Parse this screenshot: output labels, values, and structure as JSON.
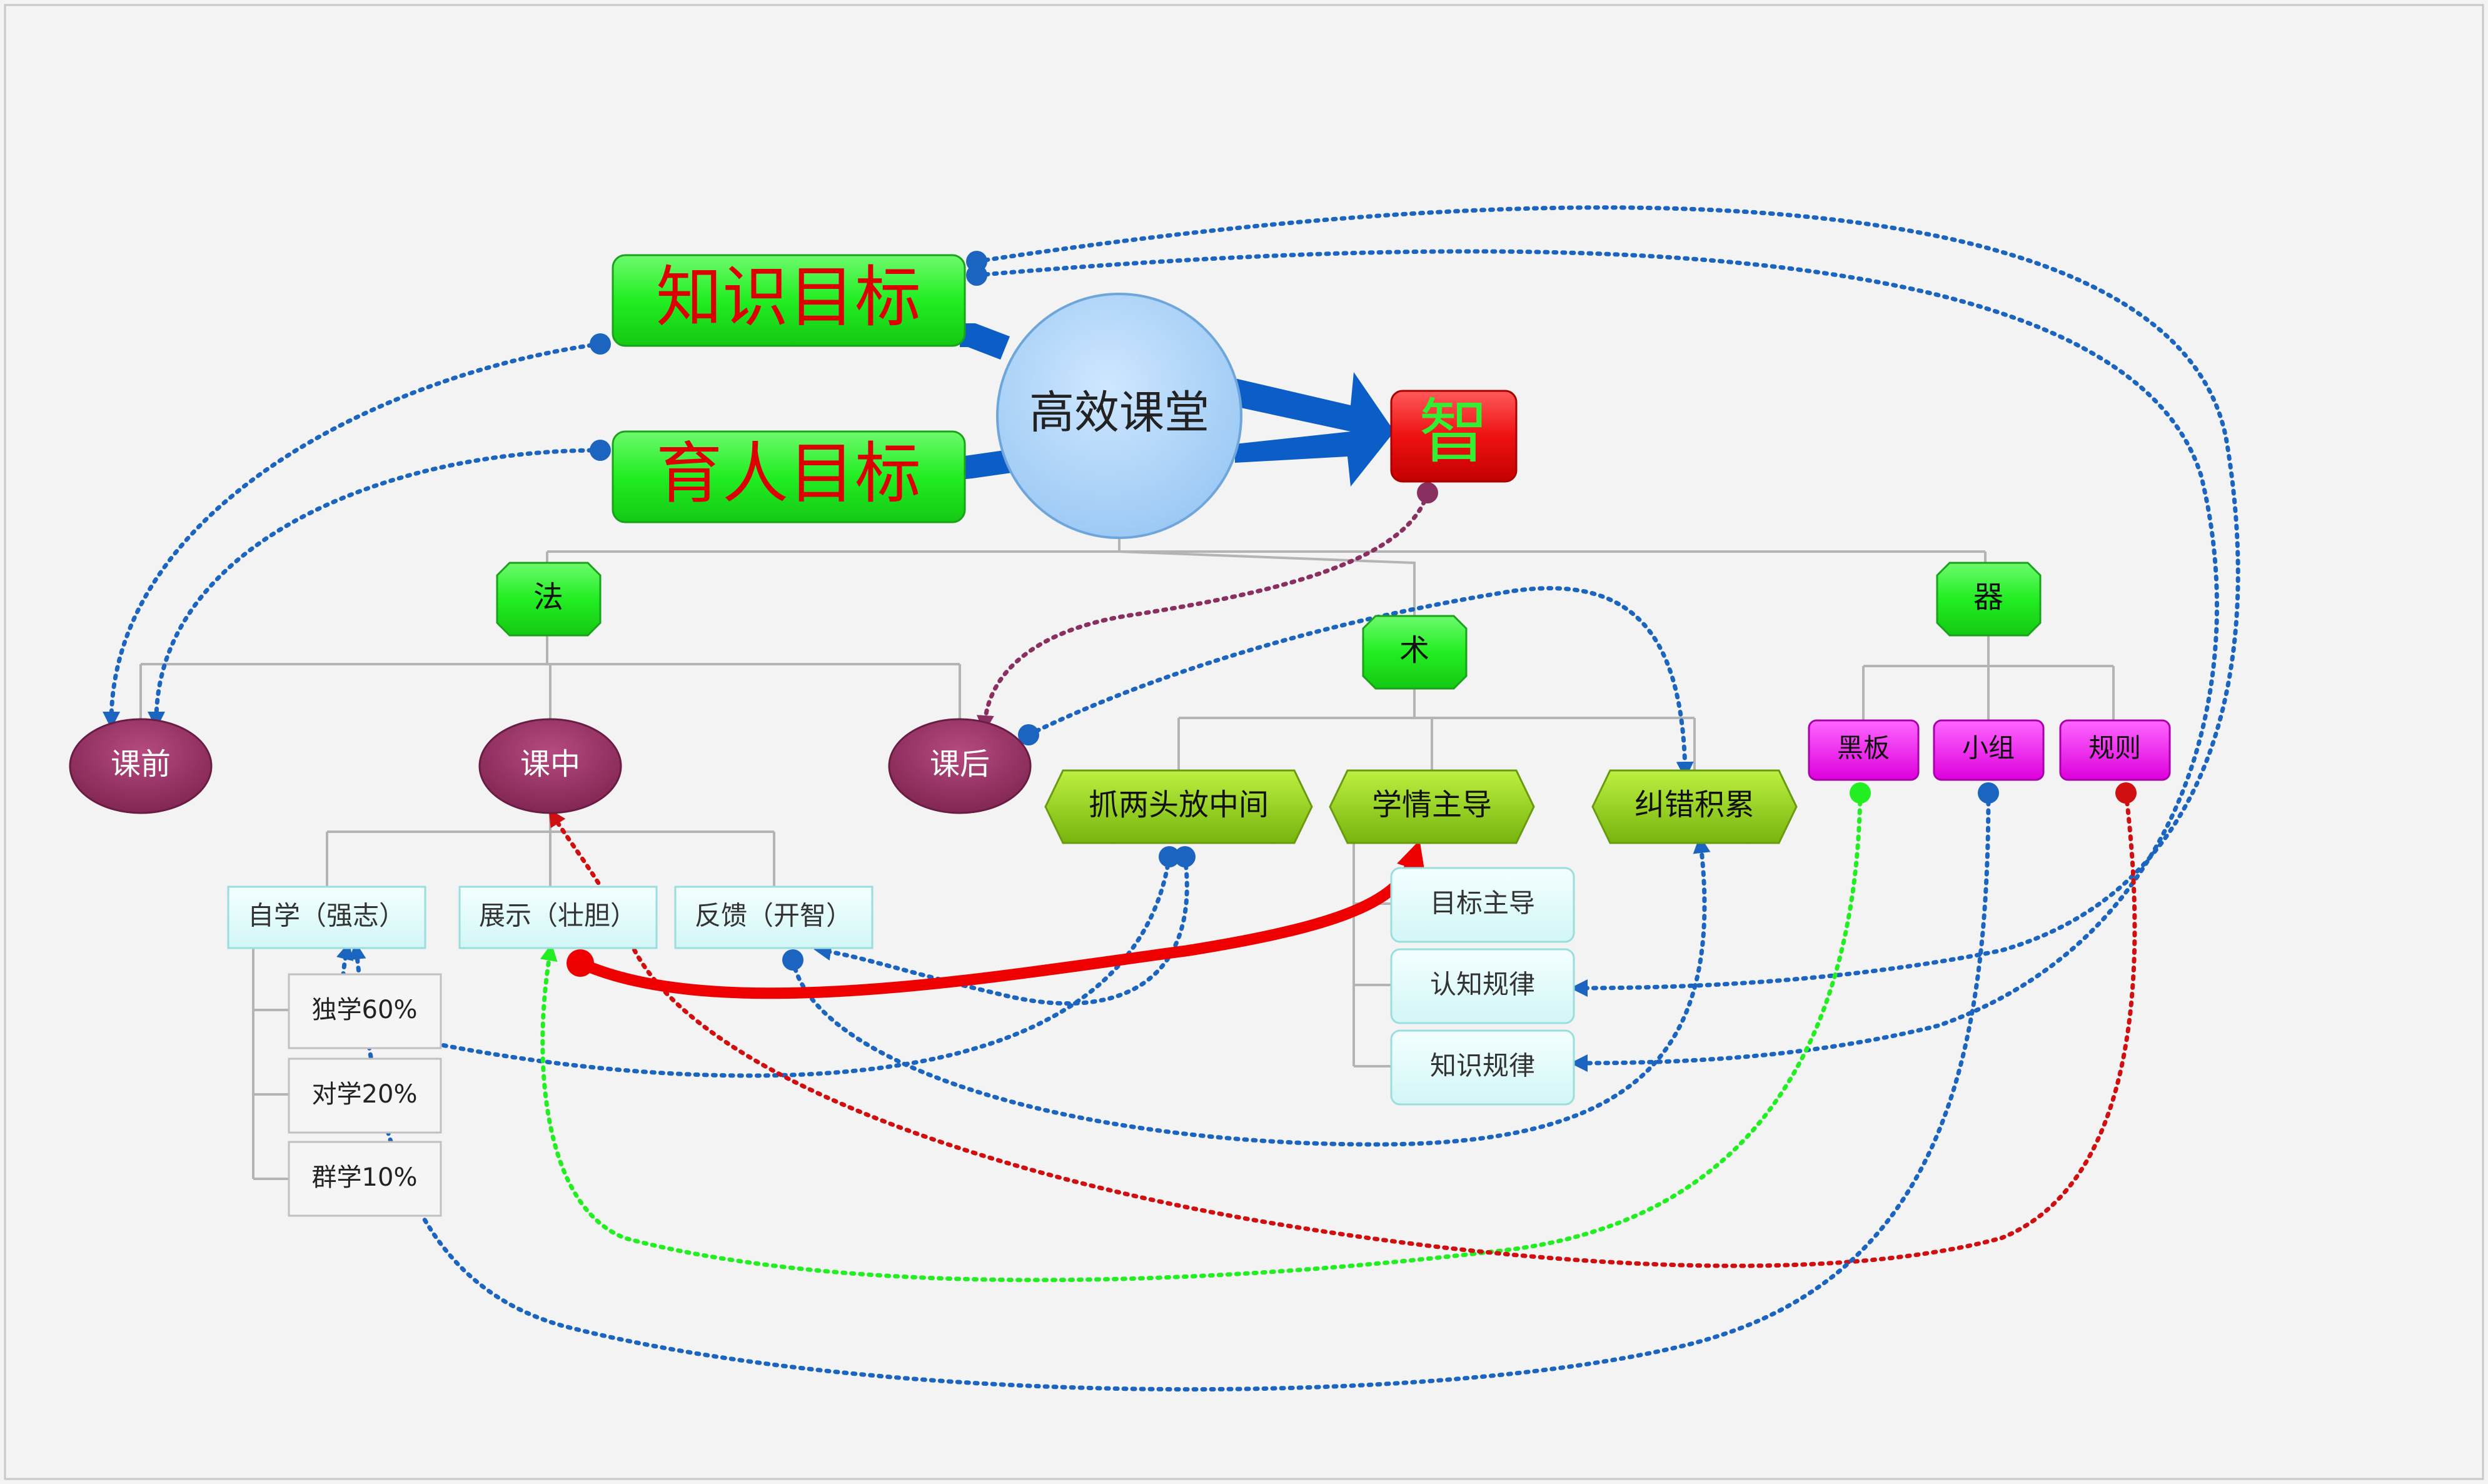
{
  "colors": {
    "background": "#f3f3f3",
    "goal_box": "#22ee22",
    "goal_text": "#dd0000",
    "center_circle": "#a6d1f7",
    "zhi_box": "#ee1111",
    "zhi_text": "#33ee33",
    "category_green": "#22ee22",
    "ellipse_maroon": "#93305e",
    "hexagon_olive": "#8ccc18",
    "box_cyan": "#e0fbfb",
    "magenta": "#ee11ee",
    "thick_arrow": "#0b5ec8",
    "dotted_blue": "#1b64c0",
    "dotted_green": "#22ee22",
    "dotted_red": "#d01010",
    "dotted_maroon": "#8a3060"
  },
  "diagram": {
    "goals": {
      "knowledge": "知识目标",
      "education": "育人目标"
    },
    "center": "高效课堂",
    "outcome": "智",
    "categories": {
      "fa": "法",
      "shu": "术",
      "qi": "器"
    },
    "phases": {
      "before": "课前",
      "during": "课中",
      "after": "课后"
    },
    "methods": {
      "self_study": "自学（强志）",
      "presentation": "展示（壮胆）",
      "feedback": "反馈（开智）"
    },
    "ratios": {
      "solo": "独学60%",
      "pair": "对学20%",
      "group": "群学10%"
    },
    "techniques": {
      "both_ends": "抓两头放中间",
      "learning_led": "学情主导",
      "error_accumulation": "纠错积累"
    },
    "principles": {
      "goal_led": "目标主导",
      "cognitive_law": "认知规律",
      "knowledge_law": "知识规律"
    },
    "tools": {
      "blackboard": "黑板",
      "group": "小组",
      "rules": "规则"
    }
  }
}
